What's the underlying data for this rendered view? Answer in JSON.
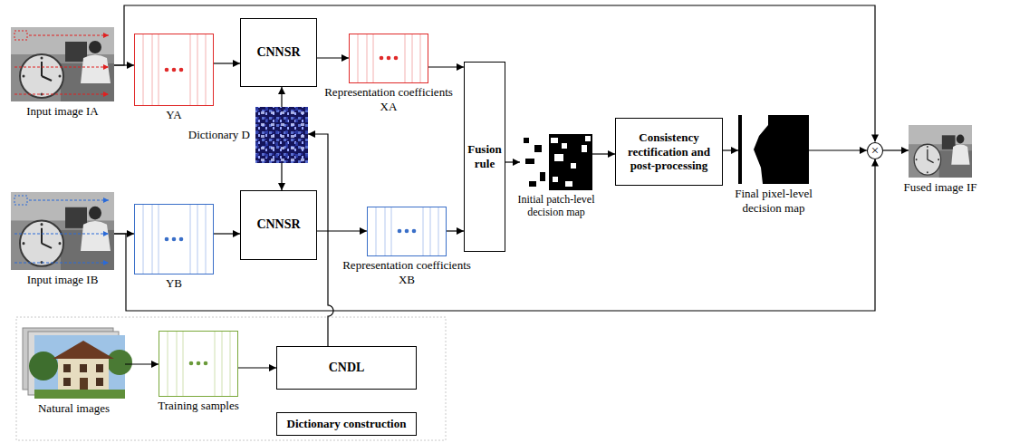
{
  "diagram": {
    "nodes": [
      {
        "text": [
          "Input image IA"
        ]
      },
      {
        "text": [
          "YA"
        ]
      },
      {
        "text": [
          "CNNSR"
        ]
      },
      {
        "text": [
          "Representation coefficients XA"
        ]
      },
      {
        "text": [
          "Dictionary D"
        ]
      },
      {
        "text": [
          "Fusion rule"
        ]
      },
      {
        "text": [
          "Initial patch-level decision map"
        ]
      },
      {
        "text": [
          "Consistency rectification and post-processing"
        ]
      },
      {
        "text": [
          "Final pixel-level decision map"
        ]
      },
      {
        "text": [
          "×"
        ]
      },
      {
        "text": [
          "Fused image IF"
        ]
      },
      {
        "text": [
          "Input image IB"
        ]
      },
      {
        "text": [
          "YB"
        ]
      },
      {
        "text": [
          "CNNSR"
        ]
      },
      {
        "text": [
          "Representation coefficients XB"
        ]
      },
      {
        "text": [
          "Natural images"
        ]
      },
      {
        "text": [
          "Training samples"
        ]
      },
      {
        "text": [
          "CNDL"
        ]
      },
      {
        "text": [
          "Dictionary construction"
        ]
      }
    ],
    "edges": [
      {
        "from": 0,
        "to": 1,
        "arrow": "to"
      },
      {
        "from": 1,
        "to": 2,
        "arrow": "to"
      },
      {
        "from": 2,
        "to": 3,
        "arrow": "to"
      },
      {
        "from": 3,
        "to": 5,
        "arrow": "to"
      },
      {
        "from": 4,
        "to": 2,
        "arrow": "to"
      },
      {
        "from": 4,
        "to": 13,
        "arrow": "to"
      },
      {
        "from": 0,
        "to": 9,
        "arrow": "to"
      },
      {
        "from": 5,
        "to": 6,
        "arrow": "to"
      },
      {
        "from": 6,
        "to": 7,
        "arrow": "to"
      },
      {
        "from": 7,
        "to": 8,
        "arrow": "to"
      },
      {
        "from": 8,
        "to": 9,
        "arrow": "to"
      },
      {
        "from": 9,
        "to": 10,
        "arrow": "to"
      },
      {
        "from": 11,
        "to": 12,
        "arrow": "to"
      },
      {
        "from": 12,
        "to": 13,
        "arrow": "to"
      },
      {
        "from": 13,
        "to": 14,
        "arrow": "to"
      },
      {
        "from": 14,
        "to": 5,
        "arrow": "to"
      },
      {
        "from": 11,
        "to": 9,
        "arrow": "to"
      },
      {
        "from": 15,
        "to": 16,
        "arrow": "to"
      },
      {
        "from": 16,
        "to": 17,
        "arrow": "to"
      },
      {
        "from": 17,
        "to": 4,
        "arrow": "to"
      }
    ]
  }
}
